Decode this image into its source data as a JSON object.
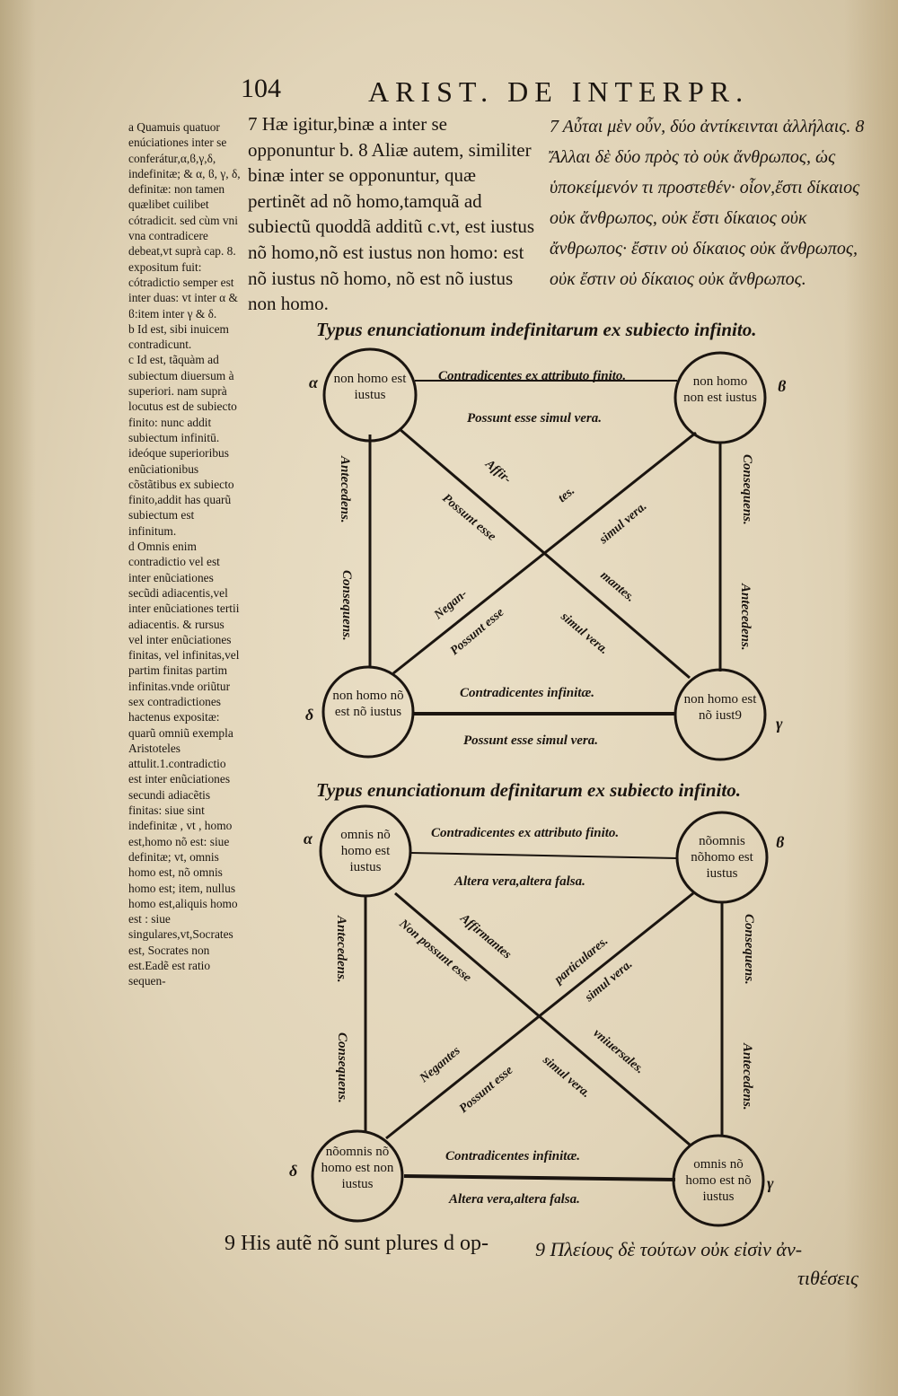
{
  "header": {
    "page_number": "104",
    "running_title": "ARIST. DE INTERPR."
  },
  "side_notes": [
    "a Quamuis quatuor enúciationes inter se conferátur,α,ϐ,γ,δ, indefinitæ; & α, ϐ, γ, δ, definitæ: non tamen quælibet cuilibet cótradicit. sed cùm vni vna contradicere debeat,vt suprà cap. 8. expositum fuit: cótradictio semper est inter duas: vt inter α & ϐ:item inter γ & δ.",
    "b Id est, sibi inuicem contradicunt.",
    "c Id est, tãquàm ad subiectum diuersum à superiori. nam suprà locutus est de subiecto finito: nunc addit subiectum infinitū. ideóque superioribus enũciationibus cõstãtibus ex subiecto finito,addit has quarũ subiectum est infinitum.",
    "d Omnis enim contradictio vel est inter enũciationes secũdi adiacentis,vel inter enũciationes tertii adiacentis. & rursus vel inter enũciationes finitas, vel infinitas,vel partim finitas partim infinitas.vnde oriũtur sex contradictiones hactenus expositæ: quarũ omniũ exempla Aristoteles attulit.1.contradictio est inter enũciationes secundi adiacẽtis finitas: siue sint indefinitæ , vt , homo est,homo nõ est: siue definitæ; vt, omnis homo est, nõ omnis homo est; item, nullus homo est,aliquis homo est : siue singulares,vt,Socrates est, Socrates non est.Eadẽ est ratio sequen-"
  ],
  "latin_text": [
    "7 Hæ igitur,binæ a inter se opponuntur b. 8 Aliæ autem, similiter binæ inter se opponuntur, quæ pertinẽt ad nõ homo,tamquã ad subiectũ quoddã additũ c.vt, est iustus nõ homo,nõ est iustus non homo: est nõ iustus nõ homo, nõ est nõ iustus non homo."
  ],
  "greek_text": [
    "7 Αὗται μὲν οὖν, δύο ἀντίκεινται ἀλλήλαις. 8 Ἄλλαι δὲ δύο πρὸς τὸ οὐκ ἄνθρωπος, ὡς ὑποκείμενόν τι προστεθέν· οἷον,ἔστι δίκαιος οὐκ ἄνθρωπος, οὐκ ἔστι δίκαιος οὐκ ἄνθρωπος· ἔστιν οὐ δίκαιος οὐκ ἄνθρωπος, οὐκ ἔστιν οὐ δίκαιος οὐκ ἄνθρωπος."
  ],
  "diagram1": {
    "caption": "Typus enunciationum indefinitarum ex subiecto infinito.",
    "nodes": {
      "tl": {
        "text": "non homo est iustus",
        "letter": "α"
      },
      "tr": {
        "text": "non homo non est iustus",
        "letter": "ϐ"
      },
      "bl": {
        "text": "non homo nõ est nõ iustus",
        "letter": "δ"
      },
      "br": {
        "text": "non homo est nõ iust9",
        "letter": "γ"
      }
    },
    "labels": {
      "top_above": "Contradicentes ex attributo finito.",
      "top_below": "Possunt esse simul vera.",
      "bottom_above": "Contradicentes infinitæ.",
      "bottom_below": "Possunt esse simul vera.",
      "left_top": "Antecedens.",
      "left_bottom": "Consequens.",
      "right_top": "Consequens.",
      "right_bottom": "Antecedens.",
      "diag_affir": "Affir-",
      "diag_mantes": "mantes.",
      "diag_possunt1": "Possunt esse",
      "diag_simulvera1": "simul vera.",
      "diag_negan": "Negan-",
      "diag_tes": "tes.",
      "diag_possunt2": "Possunt esse",
      "diag_simulvera2": "simul vera."
    }
  },
  "diagram2": {
    "caption": "Typus enunciationum definitarum ex subiecto infinito.",
    "nodes": {
      "tl": {
        "text": "omnis nõ homo est iustus",
        "letter": "α"
      },
      "tr": {
        "text": "nõomnis nõhomo est iustus",
        "letter": "ϐ"
      },
      "bl": {
        "text": "nõomnis nõ homo est non iustus",
        "letter": "δ"
      },
      "br": {
        "text": "omnis nõ homo est nõ iustus",
        "letter": "γ"
      }
    },
    "labels": {
      "top_above": "Contradicentes ex attributo finito.",
      "top_below": "Altera vera,altera falsa.",
      "bottom_above": "Contradicentes infinitæ.",
      "bottom_below": "Altera vera,altera falsa.",
      "left_top": "Antecedens.",
      "left_bottom": "Consequens.",
      "right_top": "Consequens.",
      "right_bottom": "Antecedens.",
      "diag_affirmantes": "Affirmantes",
      "diag_universales": "vniuersales.",
      "diag_nonpossunt": "Non possunt esse",
      "diag_simulvera1": "simul vera.",
      "diag_negantes": "Negantes",
      "diag_particulares": "particulares.",
      "diag_possunt": "Possunt esse",
      "diag_simulvera2": "simul vera."
    }
  },
  "footer": {
    "latin": "9 His autẽ nõ sunt plures d op-",
    "greek": [
      "9 Πλείους δὲ τούτων οὐκ εἰσὶν ἀν-",
      "τιθέσεις"
    ]
  }
}
